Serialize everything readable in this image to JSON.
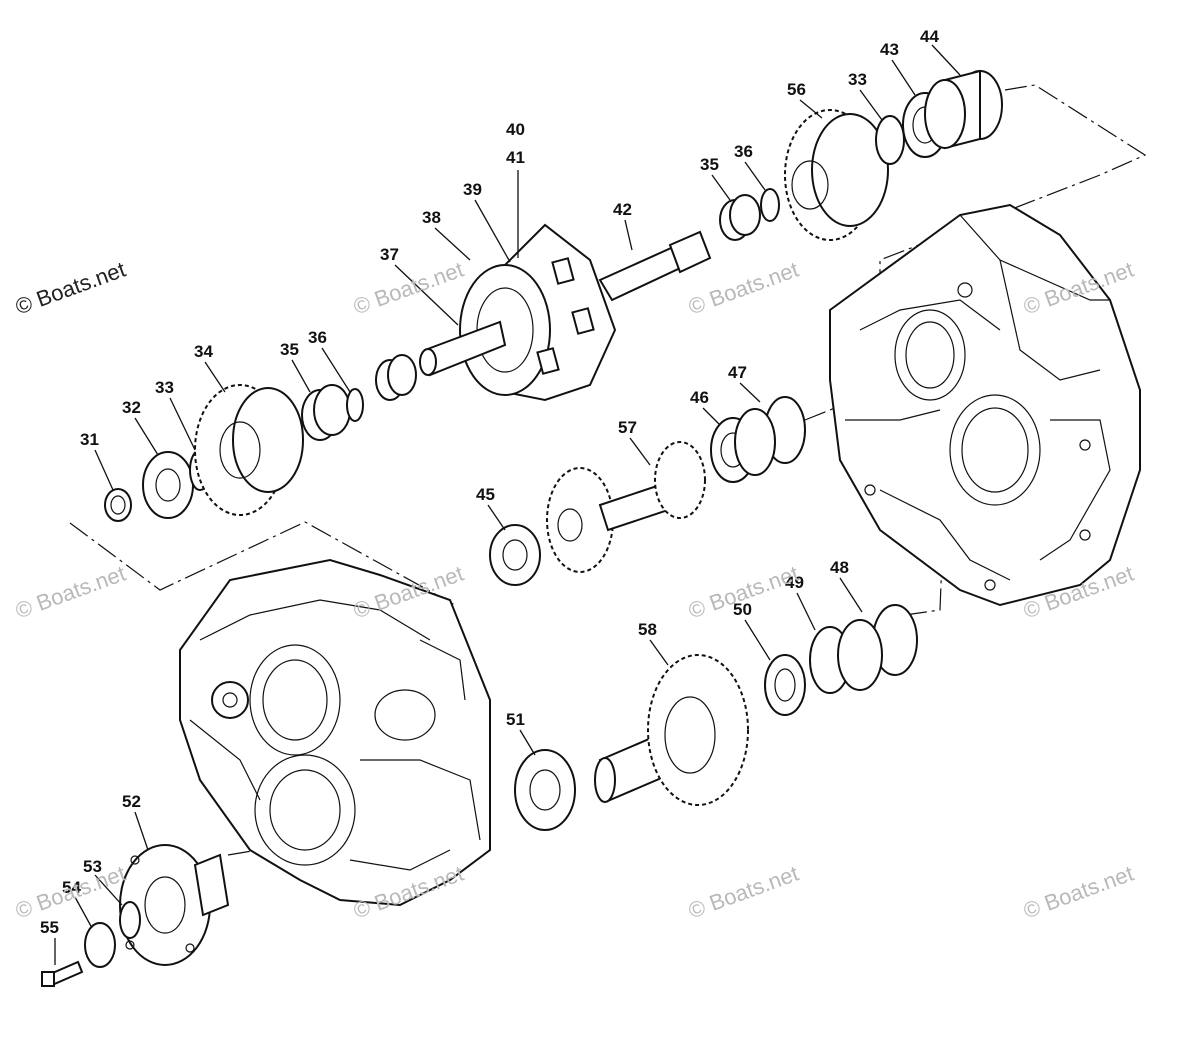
{
  "watermark": {
    "main": "© Boats.net",
    "repeat": "© Boats.net"
  },
  "callouts": [
    "31",
    "32",
    "33",
    "34",
    "35",
    "36",
    "37",
    "38",
    "39",
    "40",
    "41",
    "42",
    "35",
    "36",
    "56",
    "33",
    "43",
    "44",
    "45",
    "57",
    "46",
    "47",
    "58",
    "50",
    "49",
    "48",
    "51",
    "52",
    "53",
    "54",
    "55"
  ],
  "colors": {
    "ink": "#111111",
    "watermark": "#b9b9b9",
    "background": "#ffffff"
  }
}
